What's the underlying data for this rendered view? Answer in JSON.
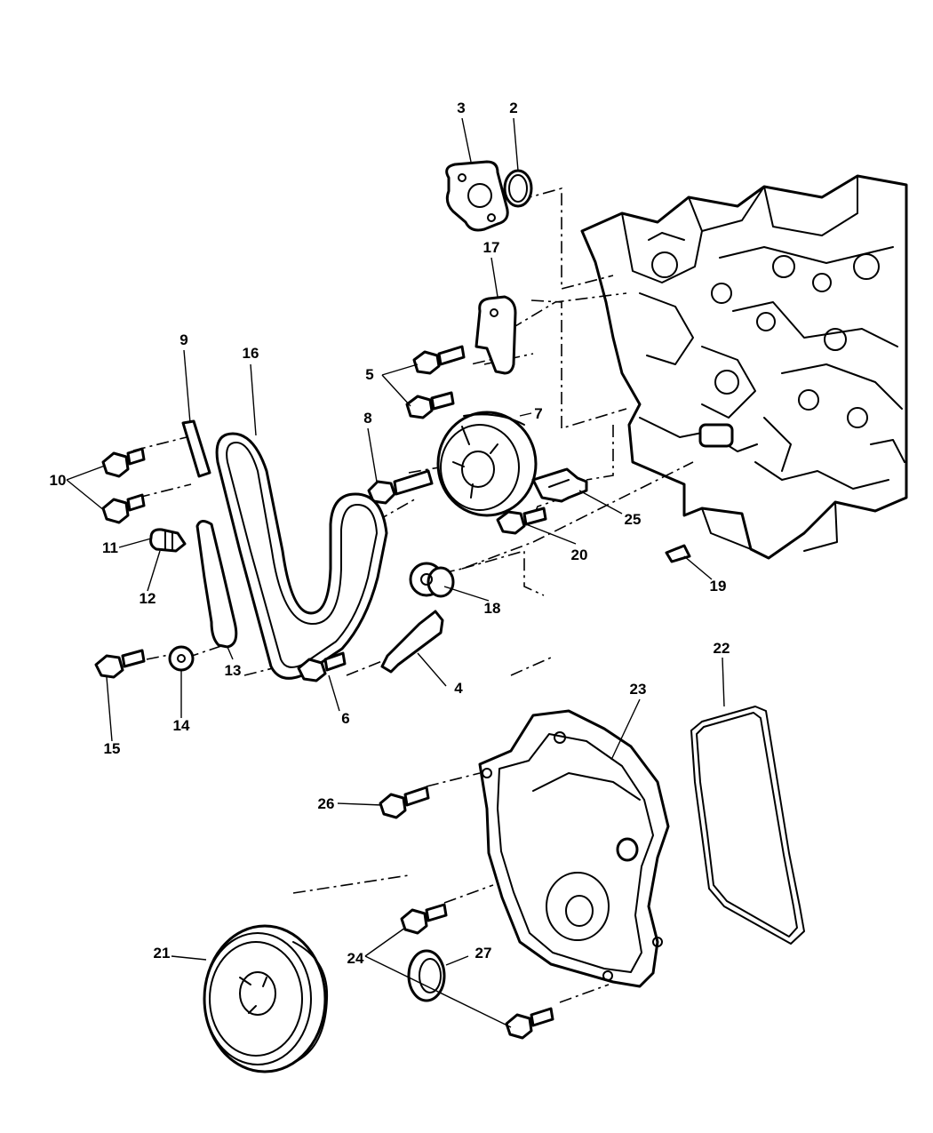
{
  "diagram": {
    "title": "Timing belt / front cover exploded view",
    "callouts": [
      "2",
      "3",
      "4",
      "5",
      "6",
      "7",
      "8",
      "9",
      "10",
      "11",
      "12",
      "13",
      "14",
      "15",
      "16",
      "17",
      "18",
      "19",
      "20",
      "21",
      "22",
      "23",
      "24",
      "25",
      "26",
      "27"
    ]
  }
}
